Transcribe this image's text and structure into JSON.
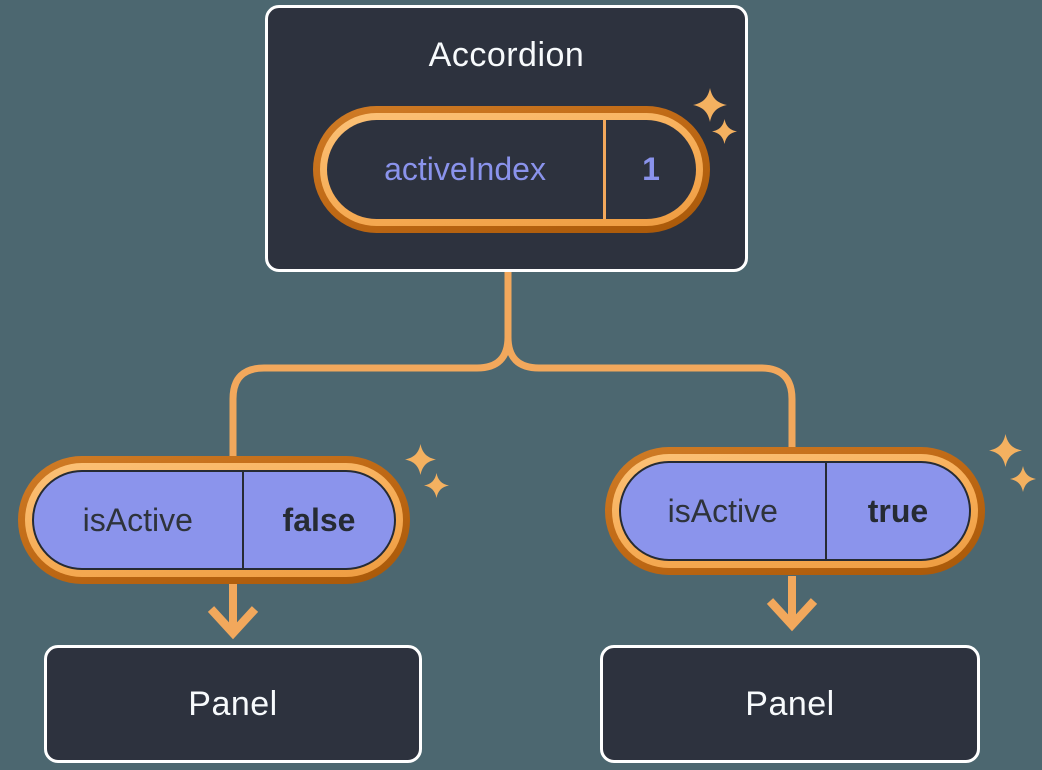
{
  "diagram": {
    "description": "React state diagram: Accordion parent passing isActive props to two Panel children",
    "background_color": "#4C6770",
    "connector_color": "#F2A85C",
    "ring_light_color": "#F6AC55",
    "ring_dark_color": "#BC6414",
    "node_dark_color": "#2D323E",
    "pill_purple_color": "#8B94EC",
    "state_text_color": "#8A93EC",
    "prop_text_color": "#2E333B",
    "sparkle_color": "#F4B160"
  },
  "accordion": {
    "title": "Accordion",
    "state": {
      "name": "activeIndex",
      "value": "1"
    }
  },
  "children": [
    {
      "prop_name": "isActive",
      "prop_value": "false",
      "panel_label": "Panel"
    },
    {
      "prop_name": "isActive",
      "prop_value": "true",
      "panel_label": "Panel"
    }
  ],
  "icons": {
    "sparkle": "sparkle-icon"
  }
}
